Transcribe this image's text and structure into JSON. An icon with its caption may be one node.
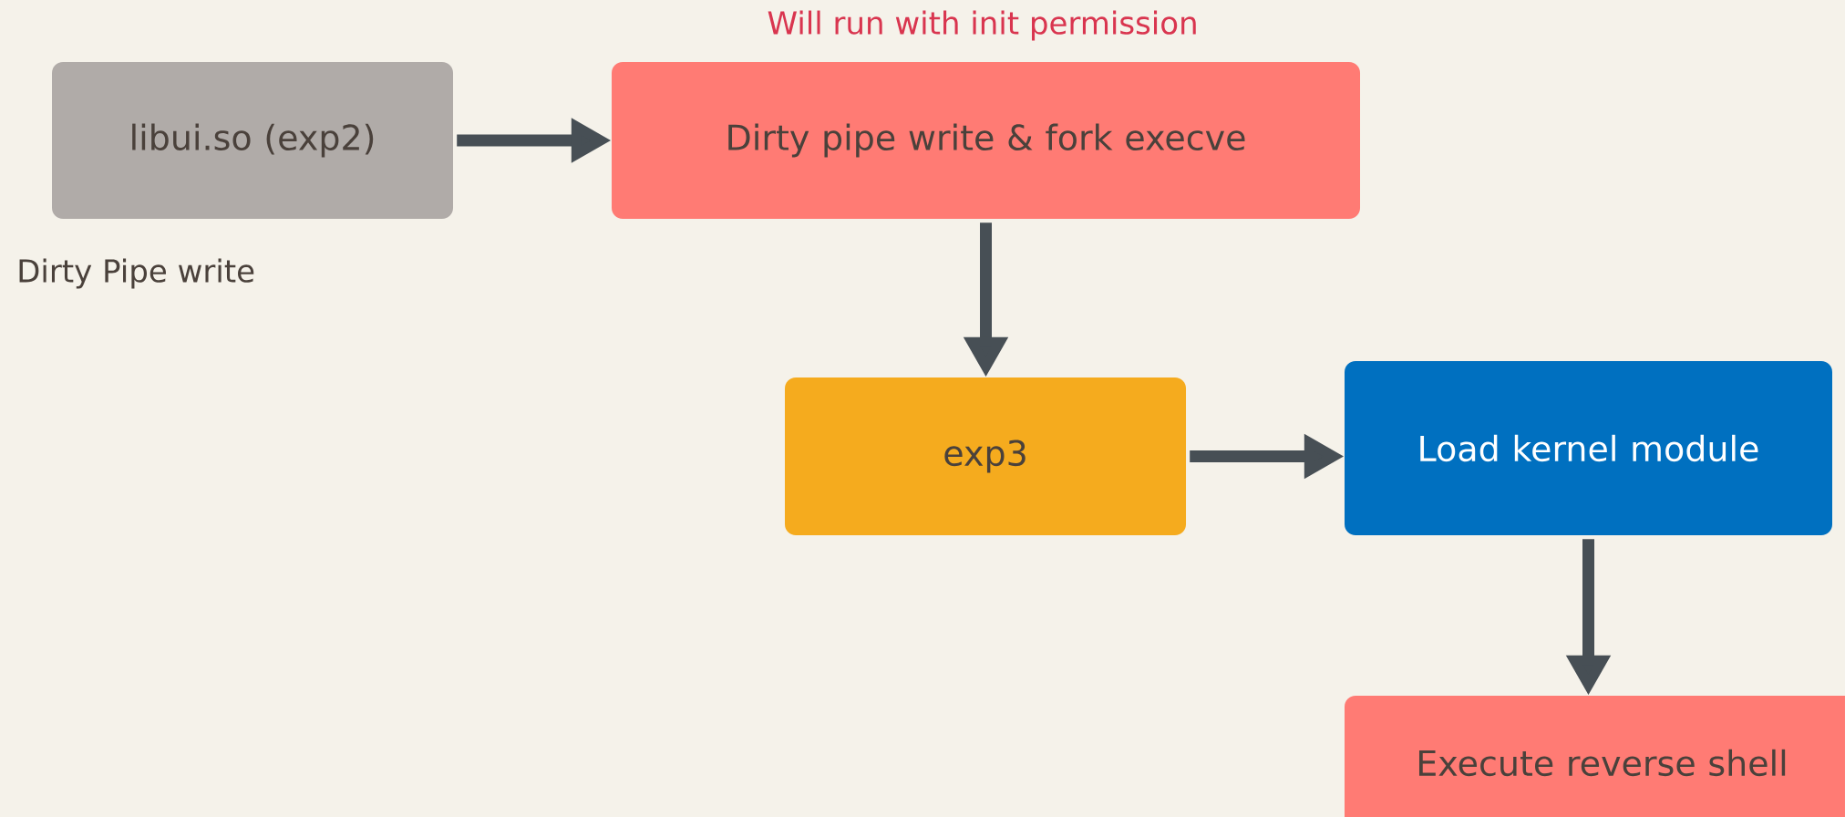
{
  "diagram": {
    "nodes": [
      {
        "text": [
          "libui.so (exp2)"
        ],
        "beside": [
          "Dirty Pipe write"
        ]
      },
      {
        "text": [
          "Dirty pipe write & fork execve"
        ],
        "beside": [
          "Will run with init permission"
        ]
      },
      {
        "text": [
          "exp3"
        ]
      },
      {
        "text": [
          "Load kernel module"
        ]
      },
      {
        "text": [
          "Execute reverse shell"
        ]
      }
    ],
    "edges": [
      {
        "from": 0,
        "to": 1,
        "arrow": "to"
      },
      {
        "from": 1,
        "to": 2,
        "arrow": "to"
      },
      {
        "from": 2,
        "to": 3,
        "arrow": "to"
      },
      {
        "from": 3,
        "to": 4,
        "arrow": "to"
      }
    ]
  }
}
